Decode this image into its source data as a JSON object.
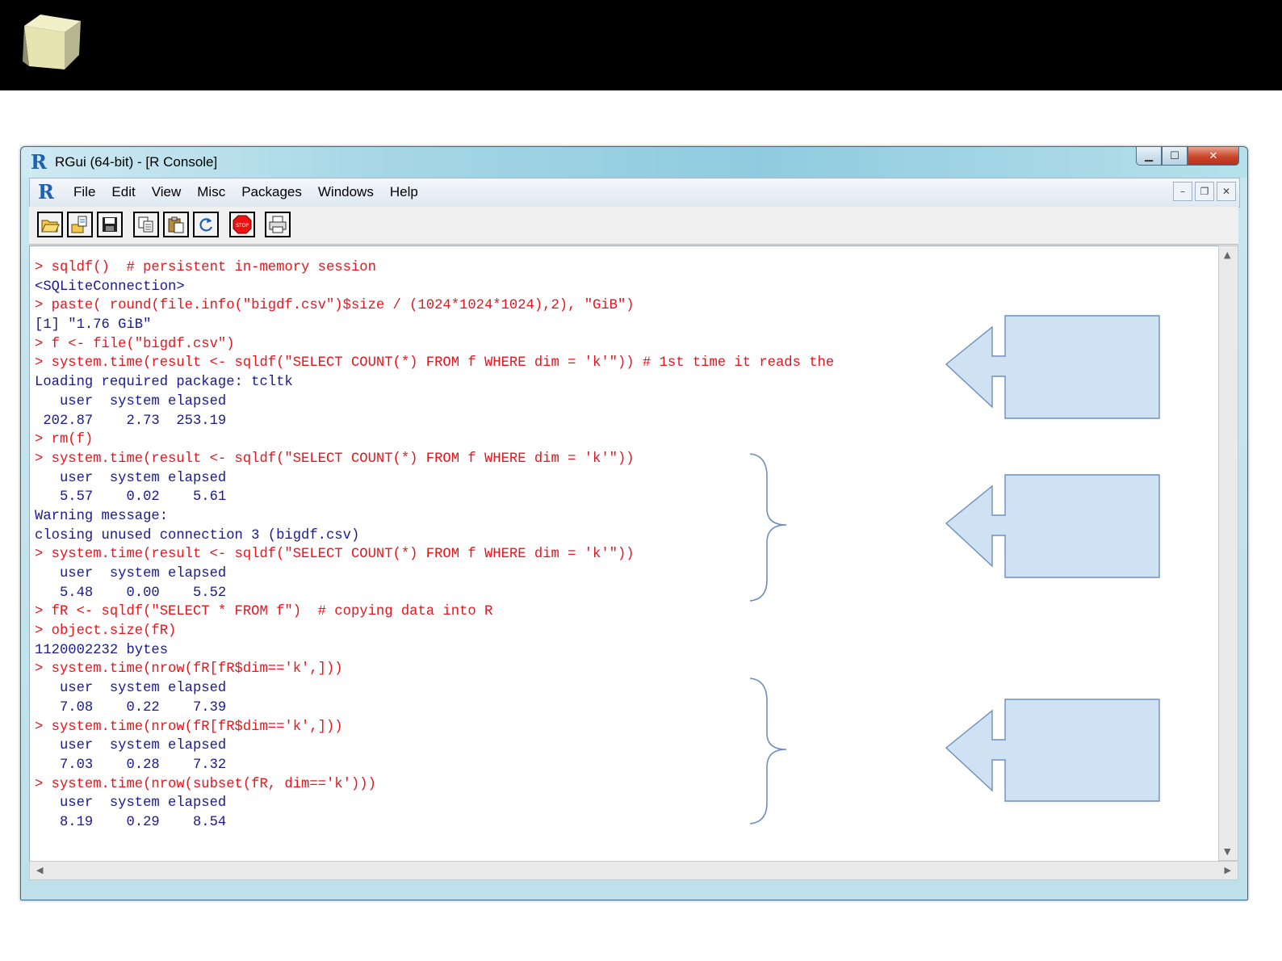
{
  "window": {
    "title": "RGui (64-bit) - [R Console]"
  },
  "menu": [
    "File",
    "Edit",
    "View",
    "Misc",
    "Packages",
    "Windows",
    "Help"
  ],
  "toolbar_icons": [
    "open-script-icon",
    "load-workspace-icon",
    "save-workspace-icon",
    "copy-icon",
    "paste-icon",
    "copy-paste-icon",
    "stop-icon",
    "print-icon"
  ],
  "console_lines": [
    {
      "kind": "in",
      "text": "> sqldf()  # persistent in-memory session"
    },
    {
      "kind": "out",
      "text": "<SQLiteConnection>"
    },
    {
      "kind": "in",
      "text": "> paste( round(file.info(\"bigdf.csv\")$size / (1024*1024*1024),2), \"GiB\")"
    },
    {
      "kind": "out",
      "text": "[1] \"1.76 GiB\""
    },
    {
      "kind": "in",
      "text": "> f <- file(\"bigdf.csv\")"
    },
    {
      "kind": "in",
      "text": "> system.time(result <- sqldf(\"SELECT COUNT(*) FROM f WHERE dim = 'k'\")) # 1st time it reads the"
    },
    {
      "kind": "out",
      "text": "Loading required package: tcltk"
    },
    {
      "kind": "out",
      "text": "   user  system elapsed "
    },
    {
      "kind": "out",
      "text": " 202.87    2.73  253.19 "
    },
    {
      "kind": "in",
      "text": "> rm(f)"
    },
    {
      "kind": "in",
      "text": "> system.time(result <- sqldf(\"SELECT COUNT(*) FROM f WHERE dim = 'k'\"))"
    },
    {
      "kind": "out",
      "text": "   user  system elapsed "
    },
    {
      "kind": "out",
      "text": "   5.57    0.02    5.61 "
    },
    {
      "kind": "out",
      "text": "Warning message:"
    },
    {
      "kind": "out",
      "text": "closing unused connection 3 (bigdf.csv) "
    },
    {
      "kind": "in",
      "text": "> system.time(result <- sqldf(\"SELECT COUNT(*) FROM f WHERE dim = 'k'\"))"
    },
    {
      "kind": "out",
      "text": "   user  system elapsed "
    },
    {
      "kind": "out",
      "text": "   5.48    0.00    5.52 "
    },
    {
      "kind": "in",
      "text": "> fR <- sqldf(\"SELECT * FROM f\")  # copying data into R"
    },
    {
      "kind": "in",
      "text": "> object.size(fR)"
    },
    {
      "kind": "out",
      "text": "1120002232 bytes"
    },
    {
      "kind": "in",
      "text": "> system.time(nrow(fR[fR$dim=='k',]))"
    },
    {
      "kind": "out",
      "text": "   user  system elapsed "
    },
    {
      "kind": "out",
      "text": "   7.08    0.22    7.39 "
    },
    {
      "kind": "in",
      "text": "> system.time(nrow(fR[fR$dim=='k',]))"
    },
    {
      "kind": "out",
      "text": "   user  system elapsed "
    },
    {
      "kind": "out",
      "text": "   7.03    0.28    7.32 "
    },
    {
      "kind": "in",
      "text": "> system.time(nrow(subset(fR, dim=='k')))"
    },
    {
      "kind": "out",
      "text": "   user  system elapsed "
    },
    {
      "kind": "out",
      "text": "   8.19    0.29    8.54 "
    }
  ],
  "colors": {
    "input_text": "#e8141c",
    "output_text": "#1a1a8e",
    "callout_fill": "#cfe2f3",
    "callout_stroke": "#6d8fbf"
  }
}
